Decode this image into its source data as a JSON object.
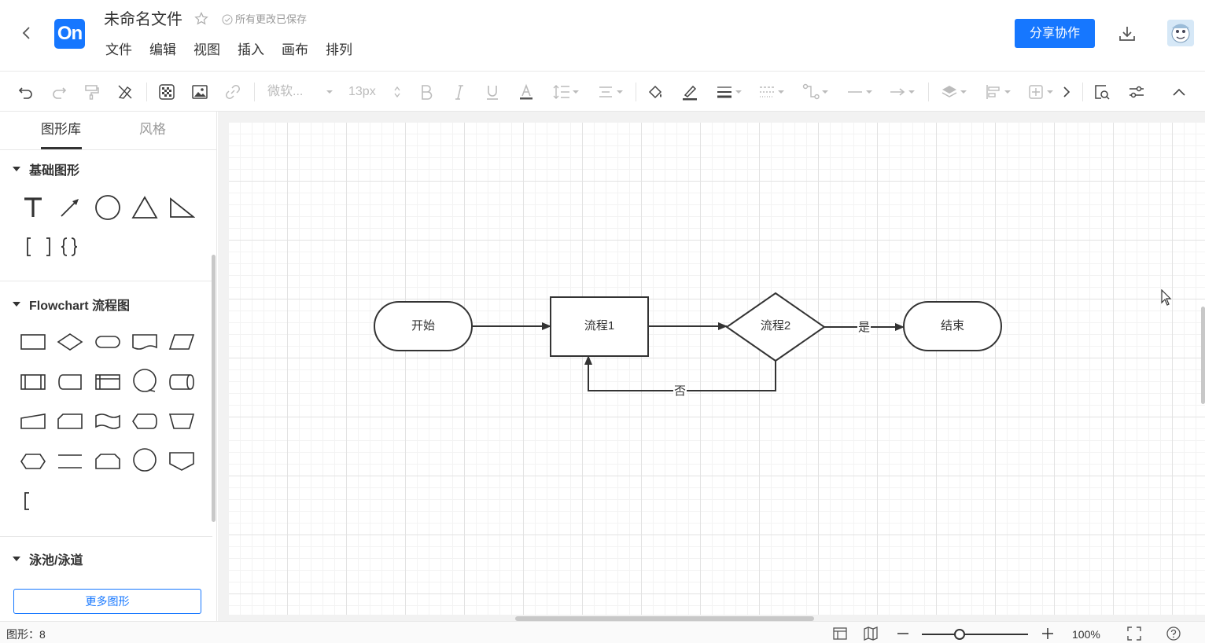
{
  "header": {
    "logo_text": "On",
    "doc_title": "未命名文件",
    "save_status": "所有更改已保存",
    "menu": [
      "文件",
      "编辑",
      "视图",
      "插入",
      "画布",
      "排列"
    ],
    "share_label": "分享协作"
  },
  "toolbar": {
    "font_name": "微软...",
    "font_size": "13px"
  },
  "sidebar": {
    "tabs": [
      "图形库",
      "风格"
    ],
    "sections": {
      "basic": "基础图形",
      "flowchart": "Flowchart 流程图",
      "swimlane": "泳池/泳道"
    },
    "more_shapes_label": "更多图形"
  },
  "diagram": {
    "nodes": {
      "start": "开始",
      "process1": "流程1",
      "process2": "流程2",
      "end": "结束"
    },
    "edges": {
      "yes": "是",
      "no": "否"
    }
  },
  "status": {
    "shape_count": "图形：8",
    "zoom": "100%"
  },
  "colors": {
    "accent": "#1677ff",
    "grid": "#e2e2e2",
    "stroke": "#333333"
  }
}
